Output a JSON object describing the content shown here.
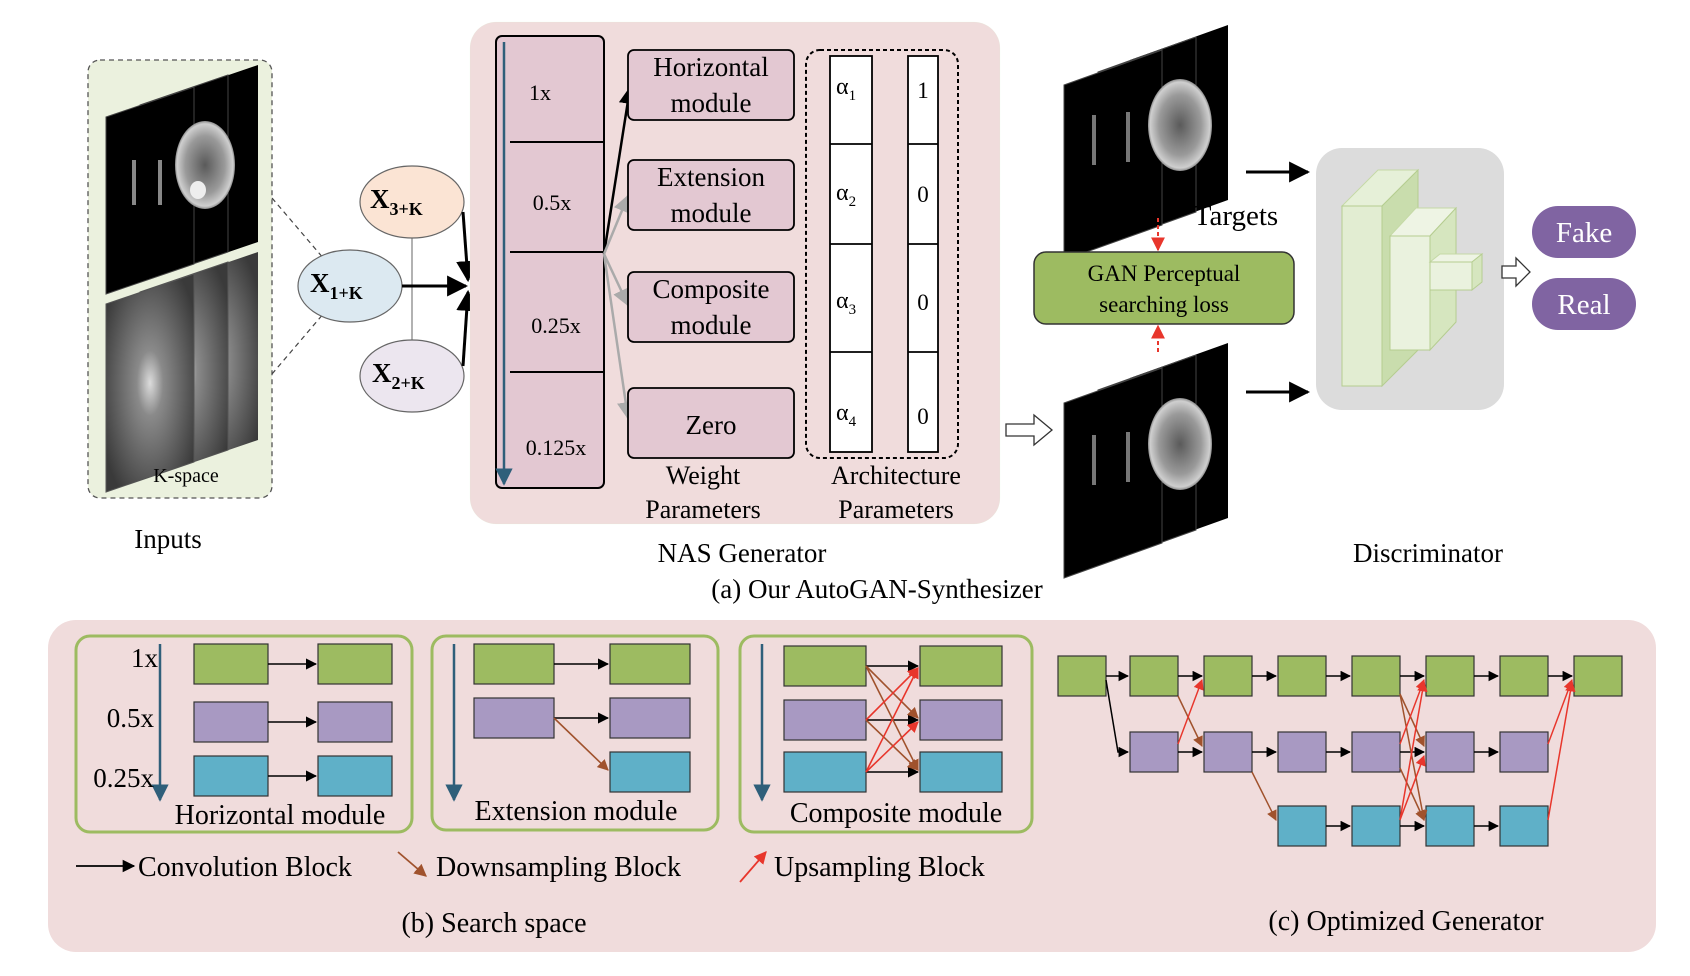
{
  "inputs": {
    "kspace_label": "K-space",
    "title": "Inputs"
  },
  "nodes": {
    "x3": {
      "main": "X",
      "sub": "3+K"
    },
    "x1": {
      "main": "X",
      "sub": "1+K"
    },
    "x2": {
      "main": "X",
      "sub": "2+K"
    }
  },
  "generator": {
    "title": "NAS Generator",
    "scales": [
      "1x",
      "0.5x",
      "0.25x",
      "0.125x"
    ],
    "modules": [
      [
        "Horizontal",
        "module"
      ],
      [
        "Extension",
        "module"
      ],
      [
        "Composite",
        "module"
      ],
      [
        "Zero"
      ]
    ],
    "weight_label": [
      "Weight",
      "Parameters"
    ],
    "arch_label": [
      "Architecture",
      "Parameters"
    ],
    "alphas": [
      {
        "main": "α",
        "sub": "1"
      },
      {
        "main": "α",
        "sub": "2"
      },
      {
        "main": "α",
        "sub": "3"
      },
      {
        "main": "α",
        "sub": "4"
      }
    ],
    "arch_values": [
      "1",
      "0",
      "0",
      "0"
    ]
  },
  "middle": {
    "targets": "Targets",
    "loss": [
      "GAN Perceptual",
      "searching loss"
    ]
  },
  "discriminator": {
    "title": "Discriminator",
    "fake": "Fake",
    "real": "Real"
  },
  "caption_a": "(a)  Our AutoGAN-Synthesizer",
  "search_space": {
    "scales": [
      "1x",
      "0.5x",
      "0.25x"
    ],
    "horizontal": "Horizontal module",
    "extension": "Extension module",
    "composite": "Composite module",
    "legend": {
      "convolution": "Convolution Block",
      "downsampling": "Downsampling Block",
      "upsampling": "Upsampling Block"
    },
    "caption": "(b) Search space"
  },
  "optimized": {
    "caption": "(c) Optimized Generator"
  },
  "colors": {
    "green": "#9dbb61",
    "purple": "#a899c2",
    "blue": "#5fb0c8",
    "pink_panel": "#f0dcdc",
    "module_fill": "#e3c8d2",
    "inputs_panel": "#ebf1de",
    "loss_fill": "#9dbb61",
    "badge": "#8064a2",
    "down_arrow": "#a0522d",
    "up_arrow": "#e8362c",
    "axis": "#2f5f7a"
  }
}
